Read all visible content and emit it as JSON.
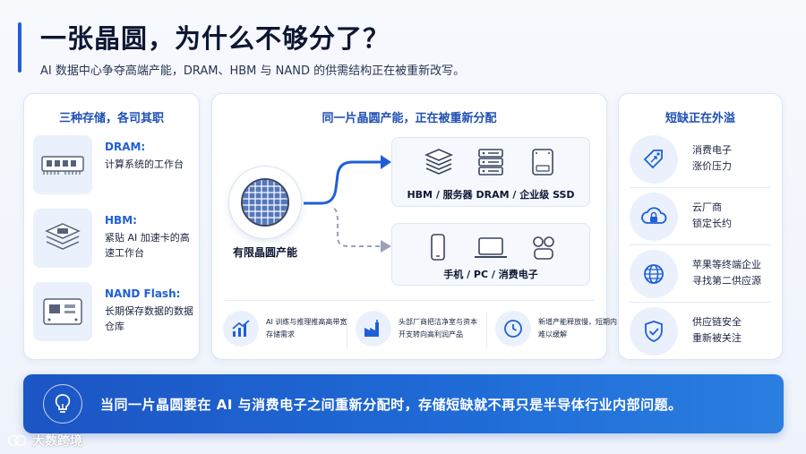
{
  "header": {
    "title": "一张晶圆，为什么不够分了？",
    "subtitle": "AI 数据中心争夺高端产能，DRAM、HBM 与 NAND 的供需结构正在被重新改写。"
  },
  "left_panel": {
    "title": "三种存储，各司其职",
    "items": [
      {
        "name": "DRAM:",
        "desc": "计算系统的工作台",
        "icon": "ram-module-icon"
      },
      {
        "name": "HBM:",
        "desc": "紧贴 AI 加速卡的高速工作台",
        "icon": "stacked-chip-icon"
      },
      {
        "name": "NAND Flash:",
        "desc": "长期保存数据的数据仓库",
        "icon": "flash-board-icon"
      }
    ]
  },
  "middle_panel": {
    "title": "同一片晶圆产能，正在被重新分配",
    "source_label": "有限晶圆产能",
    "destinations": [
      {
        "label": "HBM / 服务器 DRAM / 企业级 SSD",
        "icons": [
          "hbm-stack-icon",
          "server-icon",
          "ssd-icon"
        ]
      },
      {
        "label": "手机 / PC / 消费电子",
        "icons": [
          "phone-icon",
          "laptop-icon",
          "earbuds-icon"
        ]
      }
    ],
    "factors": [
      {
        "text": "AI 训练与推理推高高带宽存储需求",
        "icon": "growth-chart-icon"
      },
      {
        "text": "头部厂商把洁净室与资本开支转向高利润产品",
        "icon": "factory-icon"
      },
      {
        "text": "新增产能释放慢，短期内难以缓解",
        "icon": "clock-icon"
      }
    ]
  },
  "right_panel": {
    "title": "短缺正在外溢",
    "items": [
      {
        "line1": "消费电子",
        "line2": "涨价压力",
        "icon": "price-tag-icon"
      },
      {
        "line1": "云厂商",
        "line2": "锁定长约",
        "icon": "cloud-lock-icon"
      },
      {
        "line1": "苹果等终端企业",
        "line2": "寻找第二供应源",
        "icon": "globe-icon"
      },
      {
        "line1": "供应链安全",
        "line2": "重新被关注",
        "icon": "shield-check-icon"
      }
    ]
  },
  "banner": {
    "text": "当同一片晶圆要在 AI 与消费电子之间重新分配时，存储短缺就不再只是半导体行业内部问题。",
    "icon": "lightbulb-icon"
  },
  "watermark": {
    "text": "大数跨境"
  },
  "colors": {
    "accent": "#1f5fd6",
    "heading": "#1f4fb4",
    "banner": "#1f6ad6"
  }
}
